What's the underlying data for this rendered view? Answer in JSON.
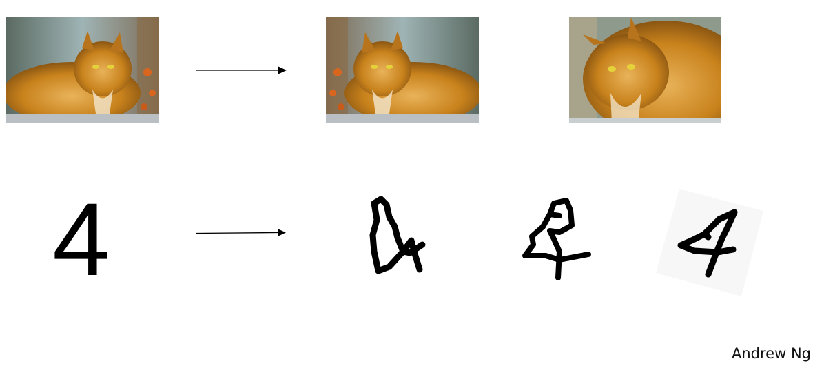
{
  "slide": {
    "author": "Andrew Ng",
    "original_digit": "4"
  },
  "images": {
    "cat_original": {
      "icon": "cat-photo"
    },
    "cat_mirrored": {
      "icon": "cat-photo-mirrored"
    },
    "cat_cropped": {
      "icon": "cat-photo-cropped"
    },
    "digit_distorted_1": {
      "icon": "handwritten-four-distorted"
    },
    "digit_distorted_2": {
      "icon": "handwritten-four"
    },
    "digit_distorted_3": {
      "icon": "handwritten-four-rotated"
    }
  },
  "colors": {
    "background": "#ffffff",
    "fur": "#c8821c",
    "fur_dark": "#7a4a10",
    "arrow": "#000000"
  }
}
